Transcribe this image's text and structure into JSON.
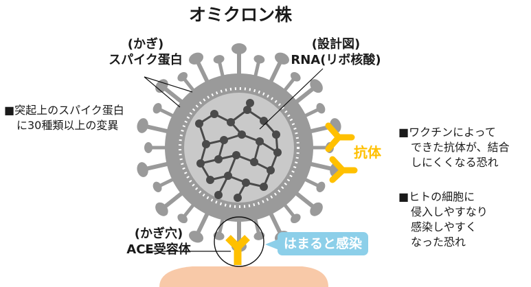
{
  "title": "オミクロン株",
  "labels": {
    "spike": [
      "(かぎ)",
      "スパイク蛋白"
    ],
    "rna": [
      "(設計図)",
      "RNA(リボ核酸)"
    ],
    "receptor": [
      "(かぎ穴)",
      "ACE受容体"
    ],
    "antibody": "抗体",
    "binding": "はまると感染"
  },
  "notes": {
    "left": [
      "■突起上のスパイク蛋白",
      "に30種類以上の変異"
    ],
    "right_top": [
      "■ワクチンによって",
      "できた抗体が、結合",
      "しにくくなる恐れ"
    ],
    "right_bottom": [
      "■ヒトの細胞に",
      "侵入しやすなり",
      "感染しやすく",
      "なった恐れ"
    ]
  },
  "colors": {
    "virus_gray": "#9a9a9a",
    "virus_dark": "#4a4a4a",
    "antibody_yellow": "#ffc000",
    "binding_blue": "#8ccfe9",
    "cell_peach": "#f8c9a8"
  }
}
